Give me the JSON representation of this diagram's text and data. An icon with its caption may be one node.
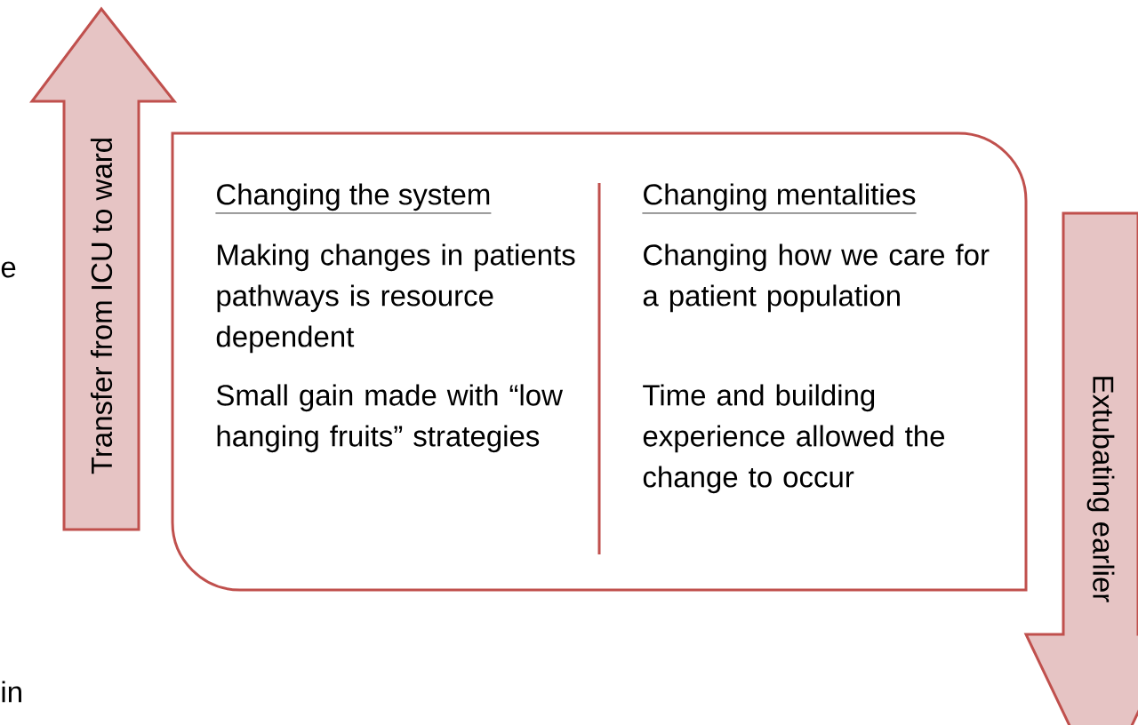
{
  "diagram": {
    "nodes": [
      {
        "text": [
          "Transfer from ICU to ward"
        ]
      },
      {
        "text": [
          "Changing the system",
          "Making changes in patients pathways is resource dependent",
          "Small gain made with “low hanging fruits” strategies",
          "Changing mentalities",
          "Changing how we care for a patient population",
          "Time and building experience allowed the change to occur"
        ]
      },
      {
        "text": [
          "Extubating earlier"
        ]
      }
    ],
    "labels": [
      "e",
      "in"
    ]
  }
}
